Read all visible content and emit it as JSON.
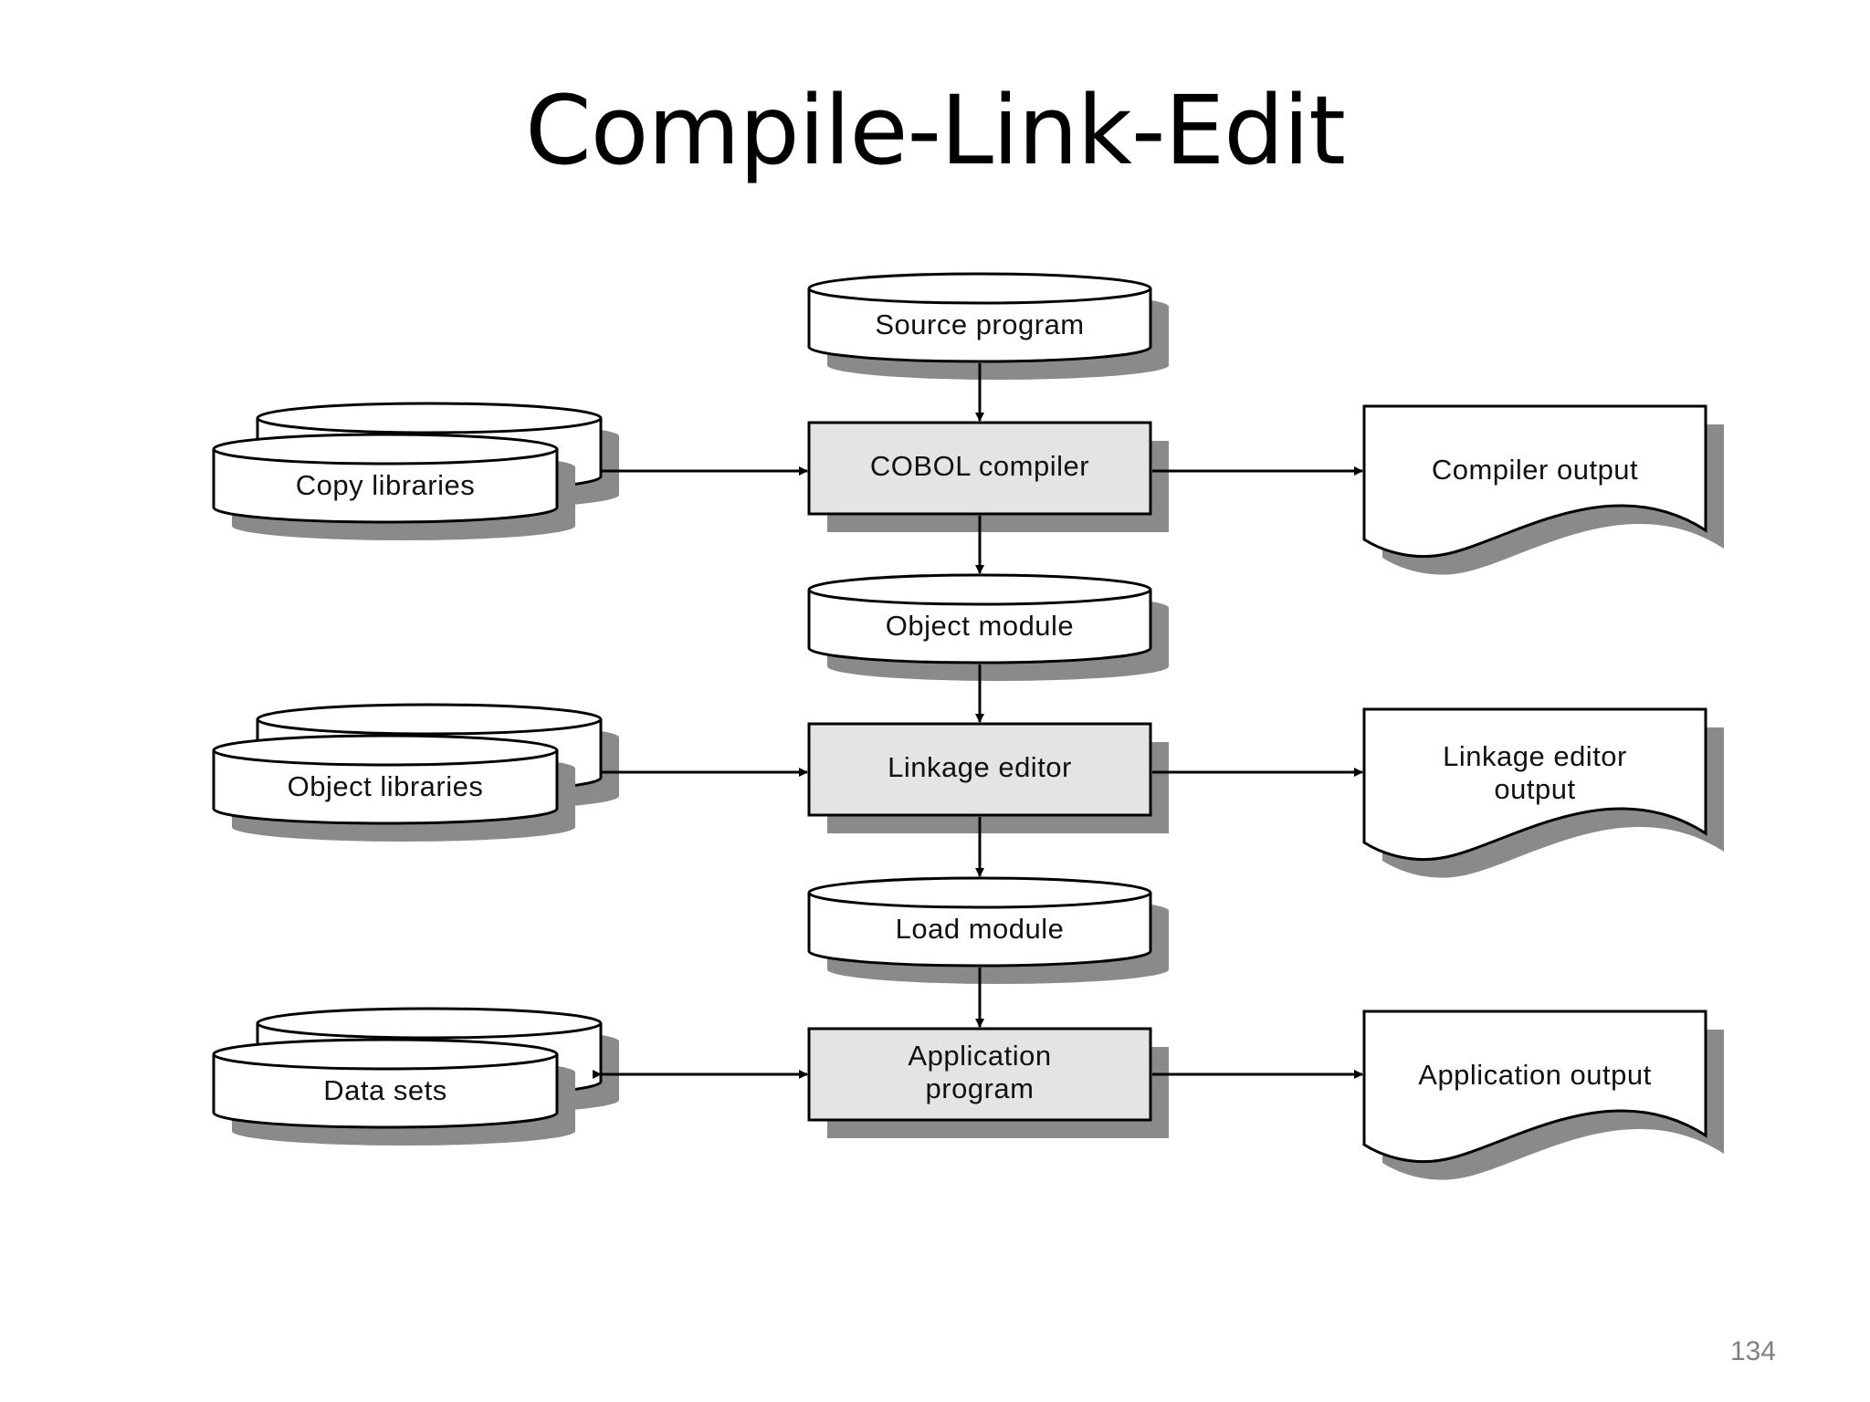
{
  "slide": {
    "title": "Compile-Link-Edit",
    "page_number": "134"
  },
  "diagram": {
    "nodes": {
      "source_program": "Source program",
      "cobol_compiler": "COBOL compiler",
      "object_module": "Object module",
      "linkage_editor": "Linkage editor",
      "load_module": "Load module",
      "application_program": [
        "Application",
        "program"
      ],
      "copy_libraries": "Copy libraries",
      "object_libraries": "Object libraries",
      "data_sets": "Data sets",
      "compiler_output": "Compiler output",
      "linkage_editor_output": [
        "Linkage editor",
        "output"
      ],
      "application_output": "Application output"
    },
    "colors": {
      "process_fill": "#e4e4e4",
      "shadow": "#8a8a8a",
      "stroke": "#000000"
    }
  }
}
